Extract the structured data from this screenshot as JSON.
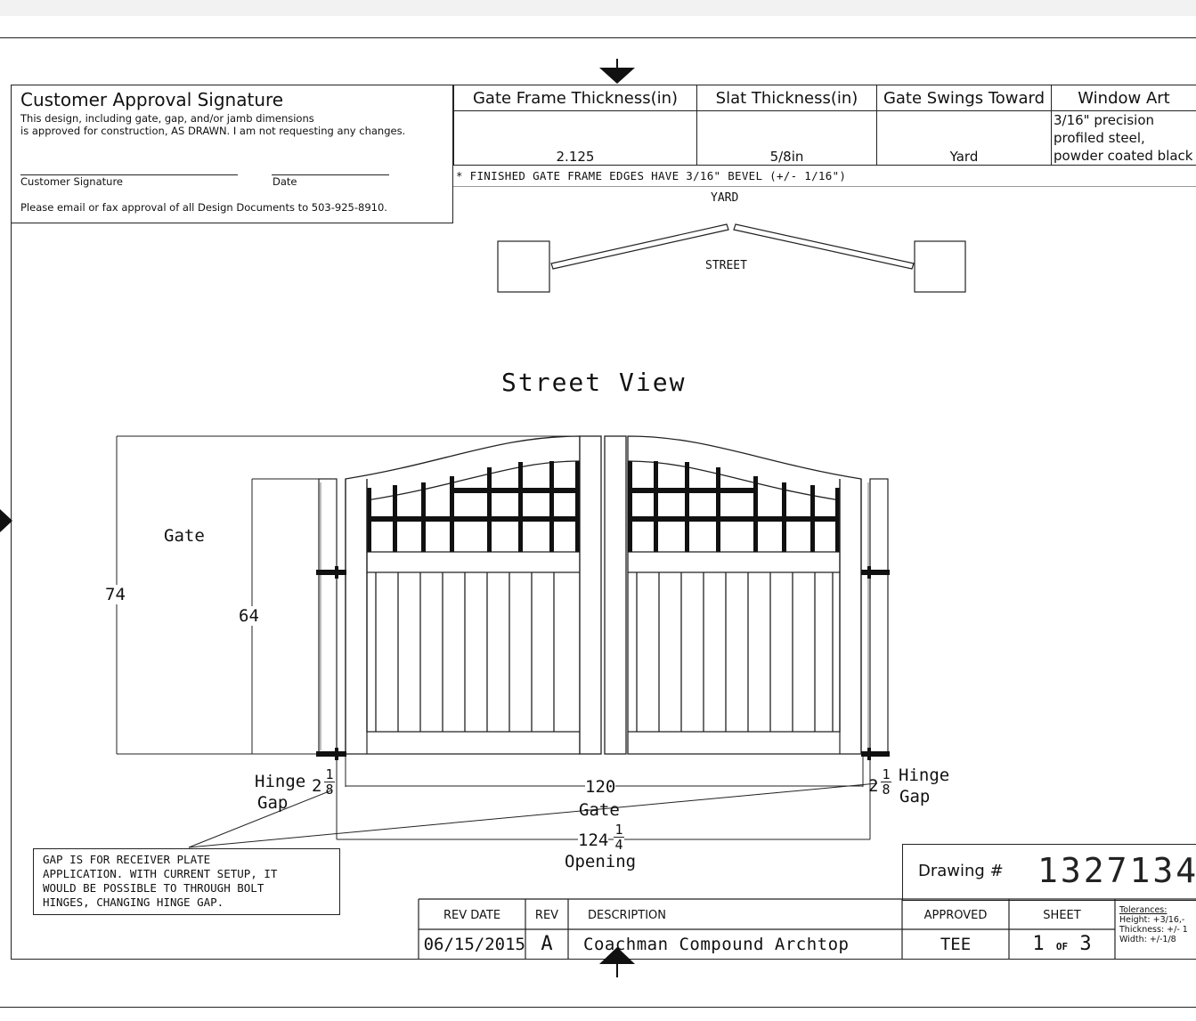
{
  "approval": {
    "title": "Customer Approval Signature",
    "description": "This design, including gate, gap, and/or jamb dimensions\nis approved for construction, AS DRAWN. I am not requesting any changes.",
    "signature_label": "Customer Signature",
    "date_label": "Date",
    "email_note": "Please email or fax approval of all Design Documents to 503-925-8910."
  },
  "specs": {
    "headers": [
      "Gate Frame Thickness(in)",
      "Slat Thickness(in)",
      "Gate Swings Toward",
      "Window Art"
    ],
    "values": [
      "2.125",
      "5/8in",
      "Yard",
      "3/16\" precision profiled steel, powder coated black"
    ],
    "bevel_note": "* FINISHED GATE FRAME EDGES HAVE 3/16\" BEVEL (+/- 1/16\")"
  },
  "plan": {
    "yard_label": "YARD",
    "street_label": "STREET"
  },
  "view_title": "Street View",
  "dimensions": {
    "overall_height": "74",
    "gate_height": "64",
    "gate_label": "Gate",
    "hinge_gap_left_whole": "2",
    "hinge_gap_num": "1",
    "hinge_gap_den": "8",
    "hinge_label": "Hinge",
    "gap_label": "Gap",
    "gate_width": "120",
    "gate_width_label": "Gate",
    "opening_whole": "124",
    "opening_num": "1",
    "opening_den": "4",
    "opening_label": "Opening"
  },
  "gap_note": "GAP IS FOR RECEIVER PLATE\nAPPLICATION. WITH CURRENT SETUP, IT\nWOULD BE POSSIBLE TO THROUGH BOLT\nHINGES, CHANGING HINGE GAP.",
  "title_block": {
    "drawing_label": "Drawing #",
    "drawing_number": "1327134",
    "headers": {
      "rev_date": "REV DATE",
      "rev": "REV",
      "description": "DESCRIPTION",
      "approved": "APPROVED",
      "sheet": "SHEET"
    },
    "rev_date": "06/15/2015",
    "rev": "A",
    "description": "Coachman Compound Archtop",
    "approved": "TEE",
    "sheet_num": "1",
    "sheet_of": "OF",
    "sheet_total": "3",
    "tolerances_title": "Tolerances:",
    "tol_height": "Height:  +3/16,-",
    "tol_thickness": "Thickness:  +/- 1",
    "tol_width": "Width: +/-1/8"
  }
}
